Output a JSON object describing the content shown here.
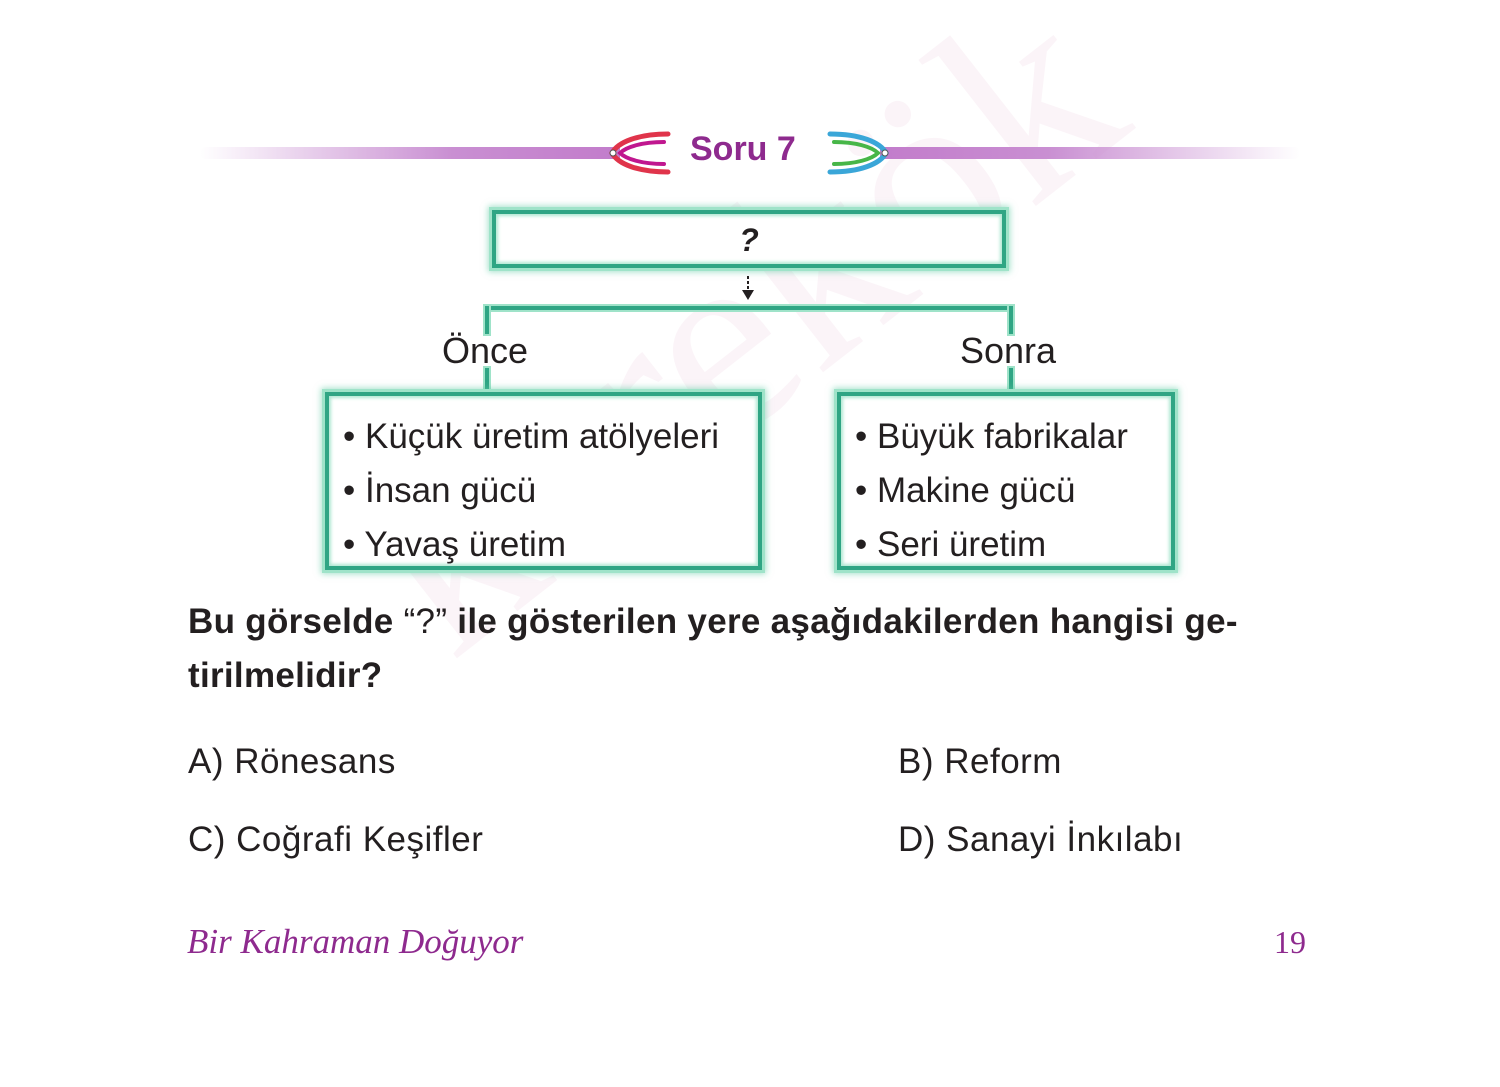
{
  "header": {
    "question_number": "Soru 7",
    "colors": {
      "accent": "#8e2a8e",
      "line": "#c98fd2",
      "box_border": "#2fa584"
    }
  },
  "diagram": {
    "top_box": "?",
    "before_label": "Önce",
    "after_label": "Sonra",
    "before_items": [
      "• Küçük üretim atölyeleri",
      "• İnsan gücü",
      "• Yavaş üretim"
    ],
    "after_items": [
      "• Büyük fabrikalar",
      "• Makine gücü",
      "• Seri üretim"
    ]
  },
  "question": {
    "part1": "Bu görselde ",
    "quote": "“?”",
    "part2": " ile gösterilen yere aşağıdakilerden hangisi ge-",
    "part3": "tirilmelidir?"
  },
  "options": {
    "a": "A) Rönesans",
    "b": "B) Reform",
    "c": "C) Coğrafi Keşifler",
    "d": "D) Sanayi İnkılabı"
  },
  "footer": {
    "book_title": "Bir Kahraman Doğuyor",
    "page_number": "19"
  },
  "watermark": "karekök"
}
